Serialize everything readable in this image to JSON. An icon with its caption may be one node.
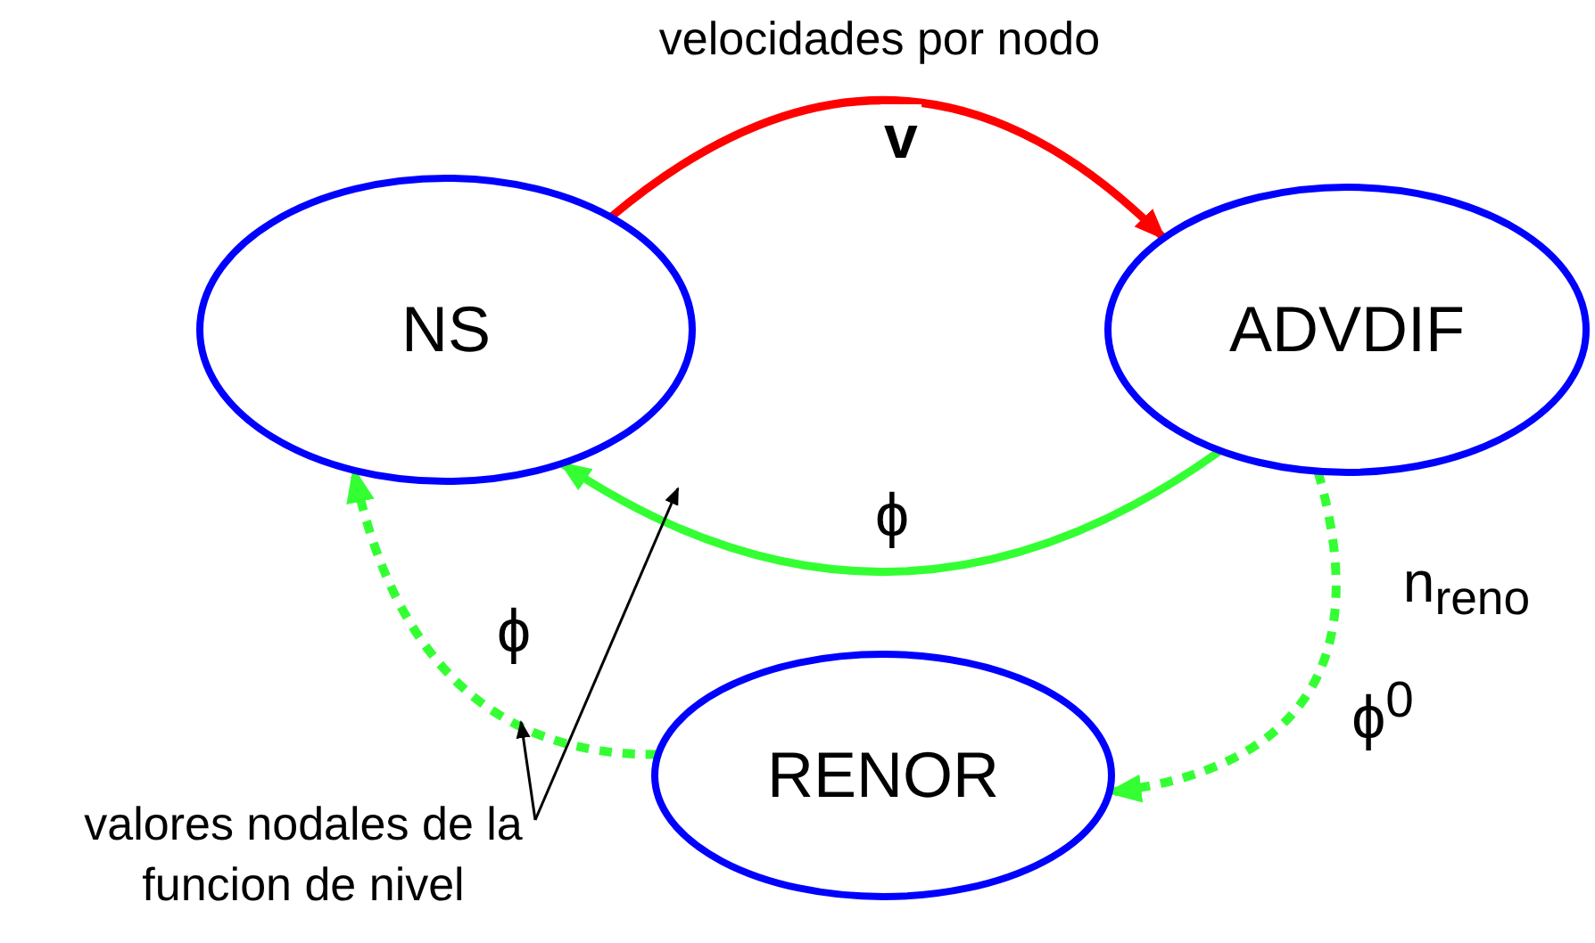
{
  "diagram": {
    "nodes": [
      {
        "text": [
          "NS"
        ]
      },
      {
        "text": [
          "ADVDIF"
        ]
      },
      {
        "text": [
          "RENOR"
        ]
      },
      {
        "text": [
          "valores nodales de la funcion de nivel"
        ]
      }
    ],
    "edges": [
      {
        "from": 0,
        "to": 1,
        "arrow": "to",
        "label": "v",
        "color": "#ff0000"
      },
      {
        "from": 1,
        "to": 0,
        "arrow": "to",
        "label": "ϕ"
      },
      {
        "from": 1,
        "to": 2,
        "arrow": "to",
        "label": "ϕ$^{0}$",
        "style": "dashed"
      },
      {
        "from": 2,
        "to": 0,
        "arrow": "to",
        "label": "ϕ",
        "style": "dashed"
      },
      {
        "from": 3,
        "to": null,
        "arrow": "to",
        "color": "#000000"
      },
      {
        "from": 3,
        "to": null,
        "arrow": "to",
        "color": "#000000"
      }
    ],
    "labels": [
      "velocidades por nodo",
      "n$_{reno}$"
    ]
  }
}
